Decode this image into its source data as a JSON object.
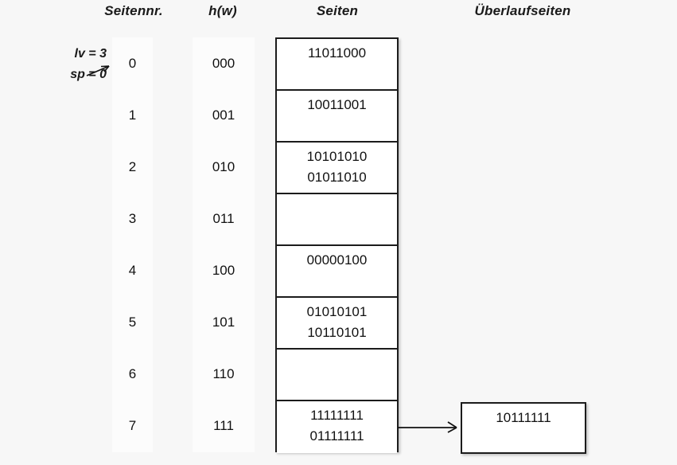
{
  "headers": {
    "seitennr": "Seitennr.",
    "hw": "h(w)",
    "seiten": "Seiten",
    "ueberlaufseiten": "Überlaufseiten"
  },
  "annotation": {
    "lv": "lv = 3",
    "sp": "sp = 0",
    "arrow_icon": "arrow-right-icon"
  },
  "rows": [
    {
      "seitennr": "0",
      "hw": "000",
      "lines": [
        "11011000"
      ]
    },
    {
      "seitennr": "1",
      "hw": "001",
      "lines": [
        "10011001"
      ]
    },
    {
      "seitennr": "2",
      "hw": "010",
      "lines": [
        "10101010",
        "01011010"
      ]
    },
    {
      "seitennr": "3",
      "hw": "011",
      "lines": []
    },
    {
      "seitennr": "4",
      "hw": "100",
      "lines": [
        "00000100"
      ]
    },
    {
      "seitennr": "5",
      "hw": "101",
      "lines": [
        "01010101",
        "10110101"
      ]
    },
    {
      "seitennr": "6",
      "hw": "110",
      "lines": []
    },
    {
      "seitennr": "7",
      "hw": "111",
      "lines": [
        "11111111",
        "01111111"
      ]
    }
  ],
  "overflow": {
    "arrow_icon": "arrow-right-icon",
    "from_row_index": 7,
    "lines": [
      "10111111"
    ]
  },
  "colors": {
    "background": "#f7f7f7",
    "strip": "#fcfcfc",
    "box_fill": "#ffffff",
    "box_border": "#1c1c1c",
    "text": "#111111"
  }
}
